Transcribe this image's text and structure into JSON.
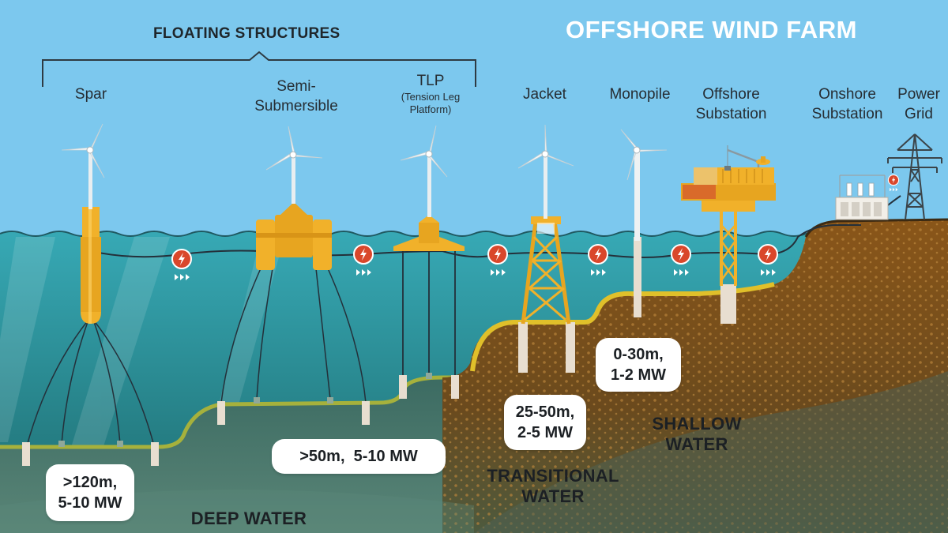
{
  "title": "OFFSHORE WIND FARM",
  "group_title": "FLOATING STRUCTURES",
  "colors": {
    "sky": "#7cc8ee",
    "sea_surface": "#35a7b3",
    "sea_deep": "#1f6f72",
    "structure_yellow": "#f1b12a",
    "seabed_brown": "#8a5a1e",
    "cable_dark": "#24303a",
    "energy_red": "#d9472b"
  },
  "structures": [
    {
      "key": "spar",
      "label_lines": [
        "Spar"
      ]
    },
    {
      "key": "semi",
      "label_lines": [
        "Semi-",
        "Submersible"
      ]
    },
    {
      "key": "tlp",
      "label_lines": [
        "TLP"
      ],
      "sub_lines": [
        "(Tension Leg",
        "Platform)"
      ]
    },
    {
      "key": "jacket",
      "label_lines": [
        "Jacket"
      ]
    },
    {
      "key": "monopile",
      "label_lines": [
        "Monopile"
      ]
    },
    {
      "key": "offshore_substation",
      "label_lines": [
        "Offshore",
        "Substation"
      ]
    },
    {
      "key": "onshore_substation",
      "label_lines": [
        "Onshore",
        "Substation"
      ]
    },
    {
      "key": "power_grid",
      "label_lines": [
        "Power",
        "Grid"
      ]
    }
  ],
  "depth_boxes": [
    {
      "key": "spar",
      "lines": [
        ">120m,",
        "5-10 MW"
      ]
    },
    {
      "key": "semi_tlp",
      "lines": [
        ">50m,  5-10 MW"
      ]
    },
    {
      "key": "jacket",
      "lines": [
        "25-50m,",
        "2-5 MW"
      ]
    },
    {
      "key": "monopile",
      "lines": [
        "0-30m,",
        "1-2 MW"
      ]
    }
  ],
  "zones": [
    {
      "key": "deep",
      "lines": [
        "DEEP WATER"
      ]
    },
    {
      "key": "transitional",
      "lines": [
        "TRANSITIONAL",
        "WATER"
      ]
    },
    {
      "key": "shallow",
      "lines": [
        "SHALLOW",
        "WATER"
      ]
    }
  ],
  "icons": {
    "energy": "lightning-bolt-icon",
    "flow": "triple-arrow-icon"
  }
}
